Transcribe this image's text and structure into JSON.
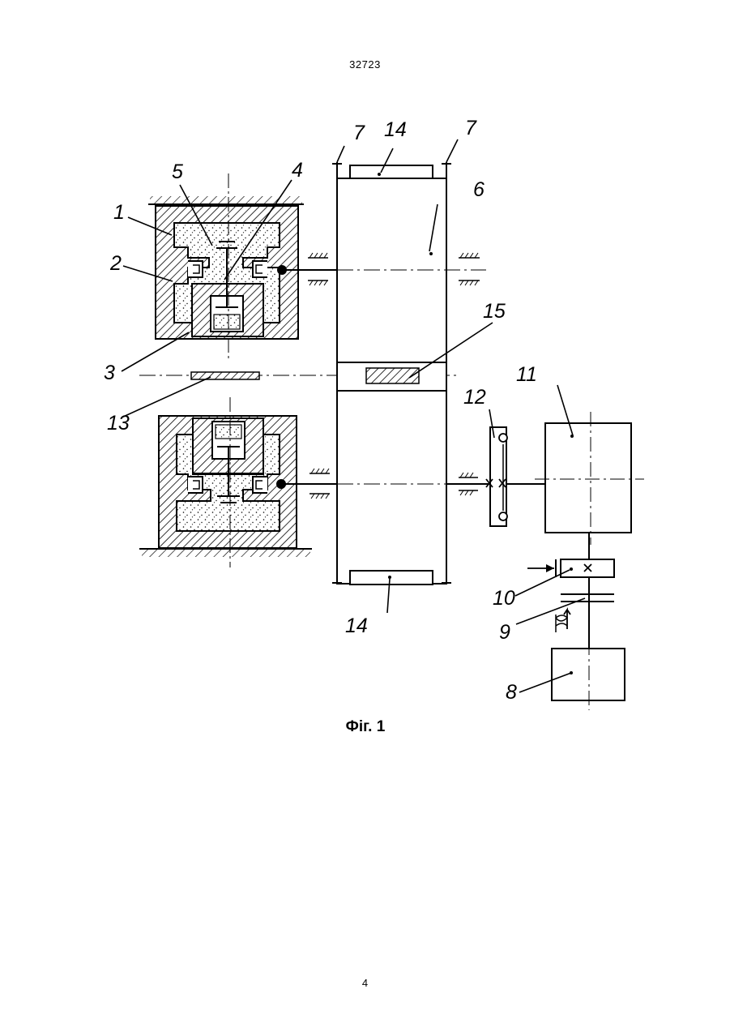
{
  "page": {
    "header_number": "32723",
    "page_number": "4"
  },
  "figure": {
    "caption": "Фіг. 1",
    "labels": {
      "l1": "1",
      "l2": "2",
      "l3": "3",
      "l4": "4",
      "l5": "5",
      "l6": "6",
      "l7a": "7",
      "l7b": "7",
      "l8": "8",
      "l9": "9",
      "l10": "10",
      "l11": "11",
      "l12": "12",
      "l13": "13",
      "l14a": "14",
      "l14b": "14",
      "l15": "15"
    }
  }
}
